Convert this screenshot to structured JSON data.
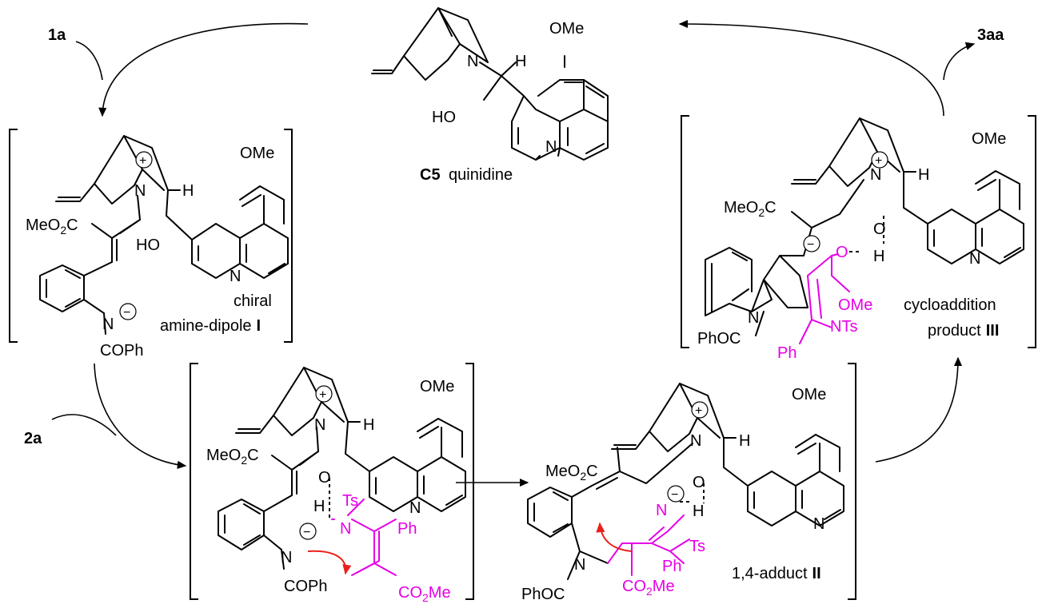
{
  "reagents": {
    "start": "1a",
    "second": "2a",
    "product": "3aa"
  },
  "catalyst": {
    "code": "C5",
    "name": "quinidine"
  },
  "intermediates": {
    "I": {
      "line1": "chiral",
      "line2": "amine-dipole",
      "numeral": "I"
    },
    "II": {
      "label": "1,4-adduct",
      "numeral": "II"
    },
    "III": {
      "line1": "cycloaddition",
      "line2": "product",
      "numeral": "III"
    }
  },
  "atoms": {
    "ome": "OMe",
    "n": "N",
    "h": "H",
    "ho": "HO",
    "o": "O",
    "meo2c": "MeO",
    "co2me": "CO",
    "cophe": "COPh",
    "phoc": "PhOC",
    "ts": "Ts",
    "ph": "Ph",
    "nts": "NTs",
    "two": "2",
    "plus": "+",
    "minus": "−"
  },
  "colors": {
    "magenta": "#e600e6",
    "red": "#e8211c",
    "black": "#000000"
  }
}
